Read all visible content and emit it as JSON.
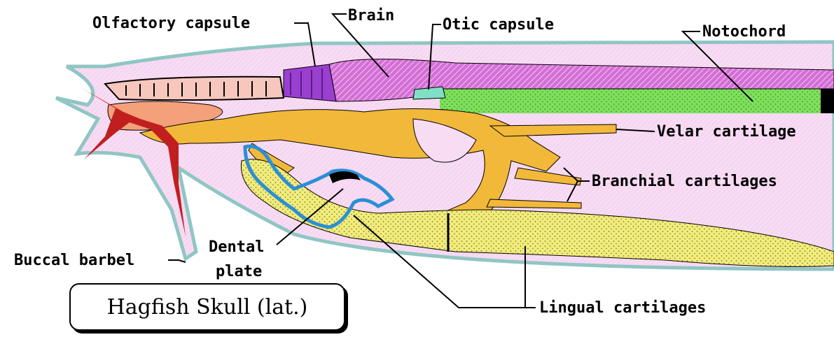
{
  "title": "Hagfish Skull (lat.)",
  "labels": {
    "olfactory_capsule": "Olfactory capsule",
    "brain": "Brain",
    "otic_capsule": "Otic capsule",
    "notochord": "Notochord",
    "velar_cartilage": "Velar cartilage",
    "branchial_cartilages": "Branchial cartilages",
    "dental_plate_1": "Dental",
    "dental_plate_2": "plate",
    "buccal_barbel": "Buccal barbel",
    "lingual_cartilages": "Lingual cartilages"
  },
  "colors": {
    "body_fill": "#f7dcf3",
    "body_outline": "#8fc6c4",
    "brain": "#d46fd6",
    "olfactory": "#9a3fd0",
    "otic": "#7fe0c4",
    "notochord": "#7de05a",
    "cartilage_orange": "#f2b83a",
    "lingual_yellow": "#f2ec7a",
    "dental_blue": "#2a8fd6",
    "barbel_red": "#c11f1f",
    "snout_salmon": "#f4a07a",
    "nasal_pink": "#f7c7bd"
  }
}
